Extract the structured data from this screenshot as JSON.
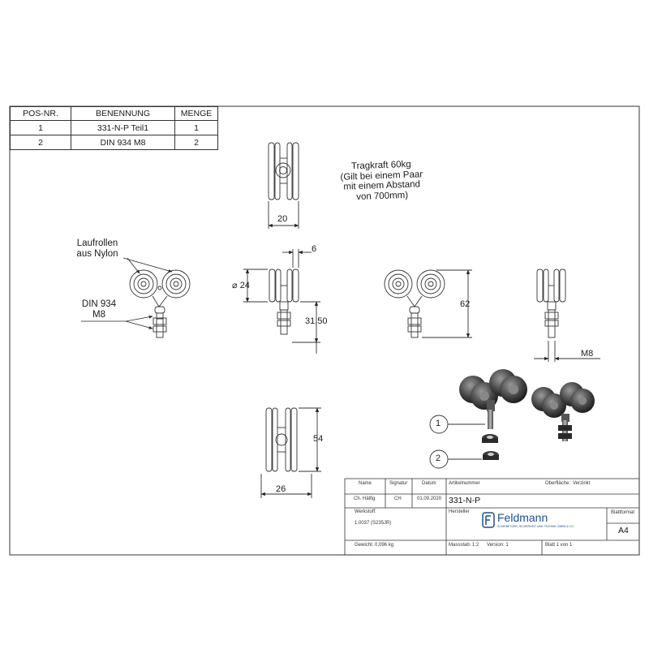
{
  "parts_table": {
    "headers": [
      "POS-NR.",
      "BENENNUNG",
      "MENGE"
    ],
    "rows": [
      {
        "pos": "1",
        "name": "331-N-P Teil1",
        "qty": "1"
      },
      {
        "pos": "2",
        "name": "DIN 934 M8",
        "qty": "2"
      }
    ]
  },
  "notes": {
    "load_l1": "Tragkraft 60kg",
    "load_l2": "(Gilt bei einem Paar",
    "load_l3": "mit einem Abstand",
    "load_l4": "von 700mm)",
    "rollers_l1": "Laufrollen",
    "rollers_l2": "aus Nylon",
    "nut_l1": "DIN 934",
    "nut_l2": "M8"
  },
  "dimensions": {
    "top_width": "20",
    "wheel_width": "6",
    "wheel_diameter": "24",
    "bolt_length": "31,50",
    "height": "62",
    "thread": "M8",
    "bottom_height": "54",
    "bottom_width": "26"
  },
  "balloons": [
    "1",
    "2"
  ],
  "title_block": {
    "name_label": "Name",
    "signature_label": "Signatur",
    "date_label": "Datum",
    "article_label": "Artikelnummer",
    "surface_label": "Oberfläche:",
    "surface_value": "Verzinkt",
    "name_value": "Ch. Hälfig",
    "signature_value": "CH",
    "date_value": "01.09.2020",
    "article_value": "331-N-P",
    "manufacturer_label": "Hersteller",
    "material_label": "Werkstoff:",
    "material_value": "1.0037 (S235JR)",
    "company": "Feldmann",
    "company_tagline": "SCHIEBETÜRE, SICHERHEIT UND TECHNIK GMBH & CO.",
    "format_label": "Blattformat",
    "format_value": "A4",
    "weight": "Gewicht: 0,096 kg",
    "scale": "Massstab: 1:2",
    "version": "Version: 1",
    "sheet": "Blatt 1 von 1"
  }
}
